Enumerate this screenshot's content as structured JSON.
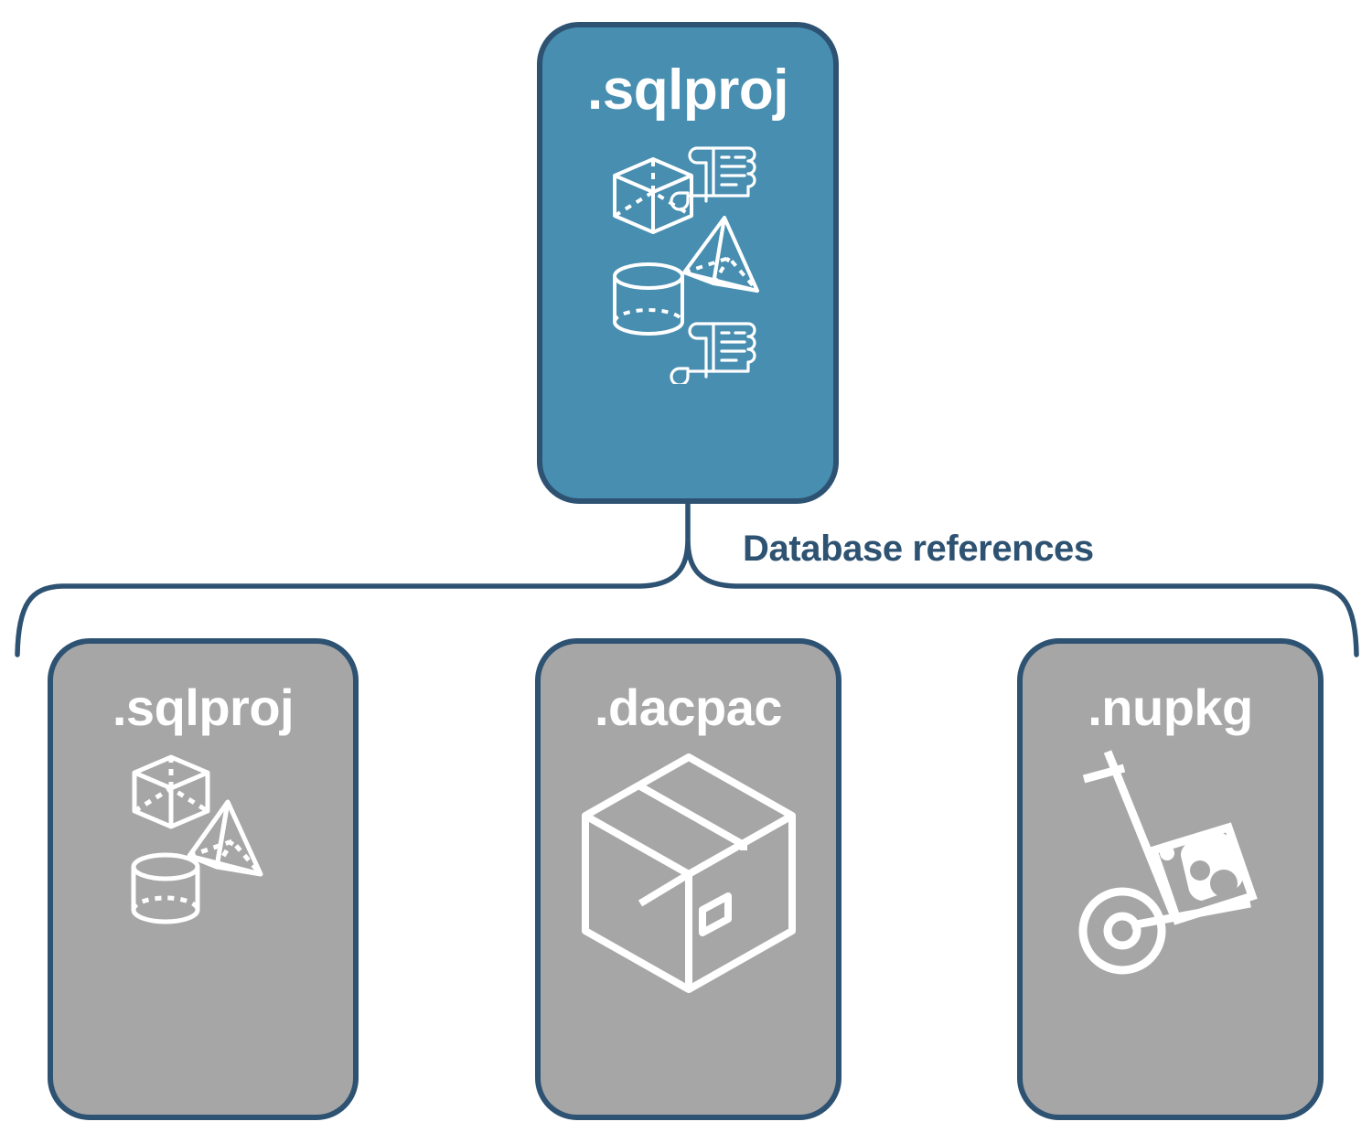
{
  "diagram": {
    "title_text": "Database references",
    "colors": {
      "primary_fill": "#478EB0",
      "secondary_fill": "#A6A6A6",
      "border": "#2E5272",
      "label_text": "#2E5272",
      "icon_stroke": "#FFFFFF",
      "background": "#FFFFFF"
    }
  },
  "root_node": {
    "label": ".sqlproj",
    "fill": "primary",
    "icons": [
      "cube-icon",
      "pyramid-icon",
      "cylinder-icon",
      "scroll-icon",
      "scroll-icon"
    ]
  },
  "connector": {
    "label": "Database references",
    "type": "brace"
  },
  "reference_nodes": [
    {
      "label": ".sqlproj",
      "fill": "secondary",
      "icons": [
        "cube-icon",
        "pyramid-icon",
        "cylinder-icon"
      ]
    },
    {
      "label": ".dacpac",
      "fill": "secondary",
      "icons": [
        "package-box-icon"
      ]
    },
    {
      "label": ".nupkg",
      "fill": "secondary",
      "icons": [
        "hand-truck-icon"
      ]
    }
  ]
}
